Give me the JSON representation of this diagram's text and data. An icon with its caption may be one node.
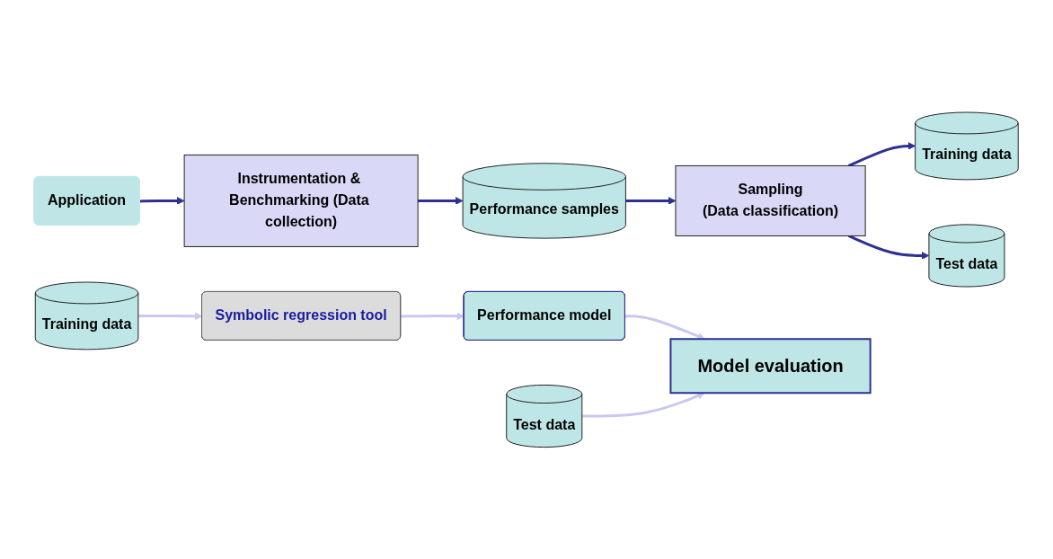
{
  "diagram": {
    "nodes": [
      {
        "text": [
          "Application"
        ]
      },
      {
        "text": [
          "Instrumentation & Benchmarking (Data collection)"
        ]
      },
      {
        "text": [
          "Performance samples"
        ]
      },
      {
        "text": [
          "Sampling",
          "(Data classification)"
        ]
      },
      {
        "text": [
          "Training data"
        ]
      },
      {
        "text": [
          "Test data"
        ]
      },
      {
        "text": [
          "Training data"
        ]
      },
      {
        "text": [
          "Symbolic regression tool"
        ]
      },
      {
        "text": [
          "Performance model"
        ]
      },
      {
        "text": [
          "Model evaluation"
        ]
      },
      {
        "text": [
          "Test data"
        ]
      }
    ],
    "edges": [
      {
        "from": 0,
        "to": 1,
        "arrow": "to"
      },
      {
        "from": 1,
        "to": 2,
        "arrow": "to"
      },
      {
        "from": 2,
        "to": 3,
        "arrow": "to"
      },
      {
        "from": 3,
        "to": 4,
        "arrow": "to"
      },
      {
        "from": 3,
        "to": 5,
        "arrow": "to"
      },
      {
        "from": 6,
        "to": 7,
        "arrow": "to",
        "color": "#c8c8f0"
      },
      {
        "from": 7,
        "to": 8,
        "arrow": "to",
        "color": "#c8c8f0"
      },
      {
        "from": 8,
        "to": 9,
        "arrow": "to",
        "color": "#c8c8f0"
      },
      {
        "from": 10,
        "to": 9,
        "arrow": "to",
        "color": "#c8c8f0"
      }
    ]
  }
}
